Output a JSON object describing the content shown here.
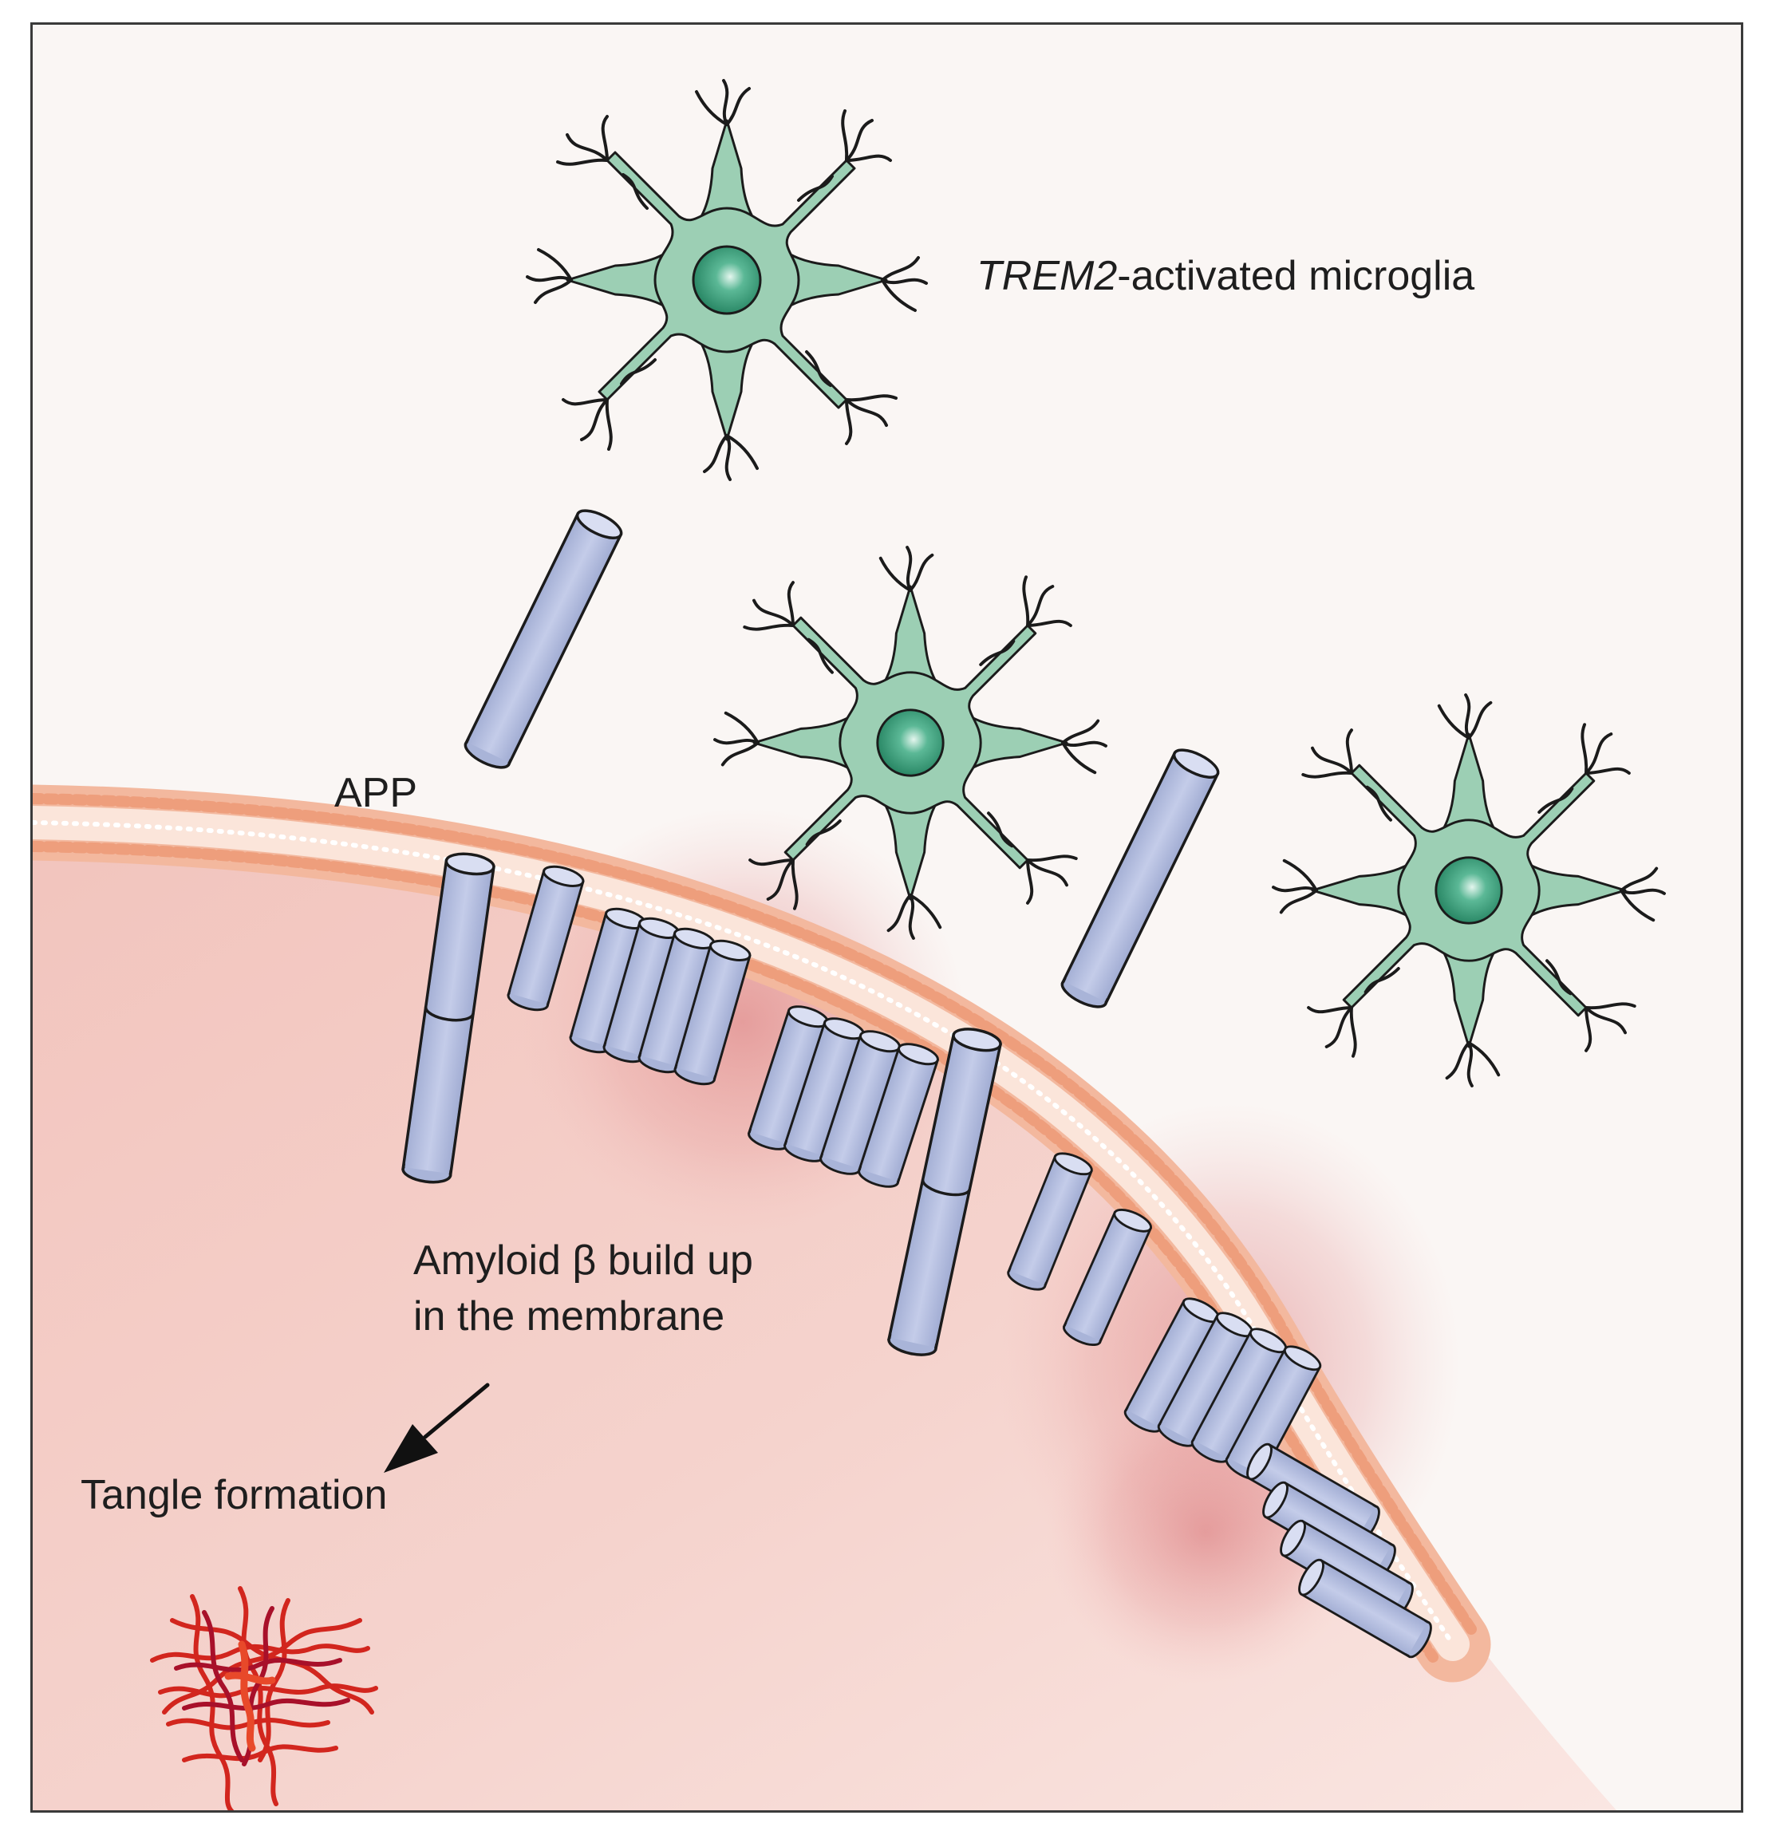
{
  "labels": {
    "microglia_gene": "TREM2",
    "microglia_suffix": "-activated microglia",
    "app": "APP",
    "amyloid_line1": "Amyloid β build up",
    "amyloid_line2": "in the membrane",
    "tangle": "Tangle formation"
  },
  "colors": {
    "background": "#faf6f4",
    "cell_fill": "#efc9c2",
    "membrane": "#f0a888",
    "amyloid_cylinder": "#b7c1e0",
    "microglia_body": "#9ccfb4",
    "microglia_nucleus": "#2e9873",
    "tangle": "#d2261e",
    "inflammation_glow": "#d97a7a"
  }
}
